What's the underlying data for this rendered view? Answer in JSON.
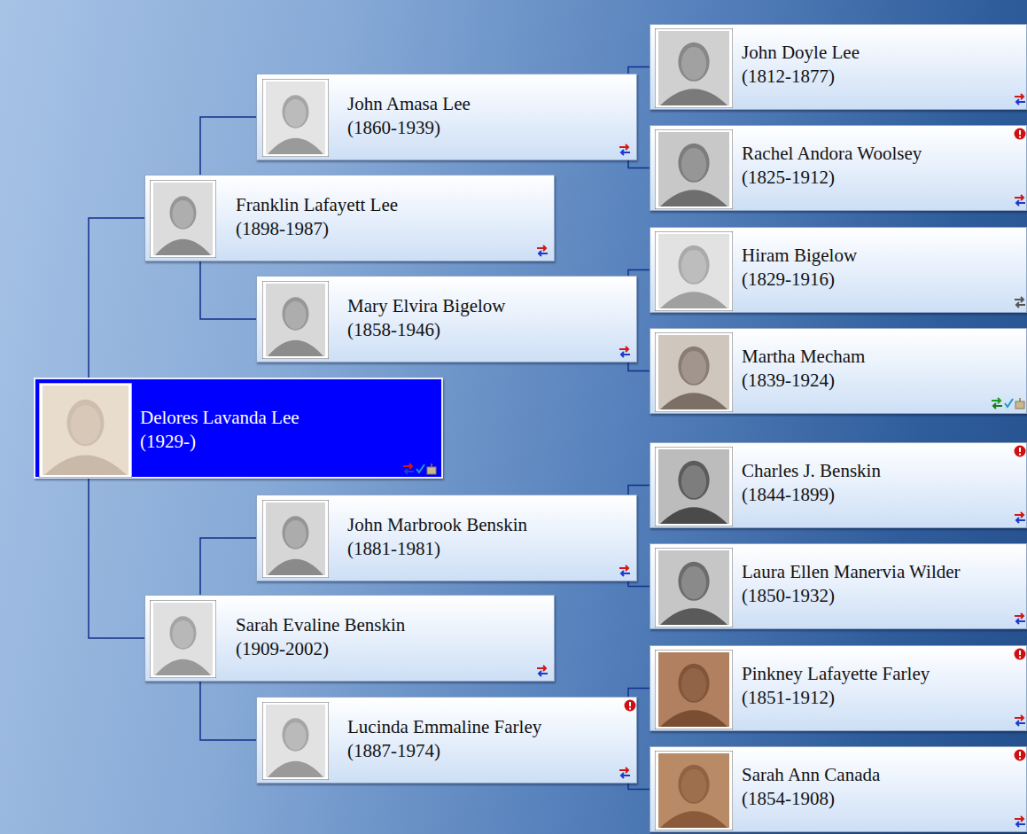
{
  "diagram": {
    "nodes": [
      {
        "text": [
          "Delores Lavanda Lee",
          "(1929-)"
        ]
      },
      {
        "text": [
          "Franklin Lafayett Lee",
          "(1898-1987)"
        ]
      },
      {
        "text": [
          "John Amasa Lee",
          "(1860-1939)"
        ]
      },
      {
        "text": [
          "John Doyle Lee",
          "(1812-1877)"
        ]
      },
      {
        "text": [
          "Rachel Andora Woolsey",
          "(1825-1912)"
        ]
      },
      {
        "text": [
          "Mary Elvira Bigelow",
          "(1858-1946)"
        ]
      },
      {
        "text": [
          "Hiram Bigelow",
          "(1829-1916)"
        ]
      },
      {
        "text": [
          "Martha Mecham",
          "(1839-1924)"
        ]
      },
      {
        "text": [
          "Sarah Evaline Benskin",
          "(1909-2002)"
        ]
      },
      {
        "text": [
          "John Marbrook Benskin",
          "(1881-1981)"
        ]
      },
      {
        "text": [
          "Charles J. Benskin",
          "(1844-1899)"
        ]
      },
      {
        "text": [
          "Laura Ellen Manervia Wilder",
          "(1850-1932)"
        ]
      },
      {
        "text": [
          "Lucinda Emmaline Farley",
          "(1887-1974)"
        ]
      },
      {
        "text": [
          "Pinkney Lafayette Farley",
          "(1851-1912)"
        ]
      },
      {
        "text": [
          "Sarah Ann Canada",
          "(1854-1908)"
        ]
      }
    ],
    "edges": [
      {
        "from": 0,
        "to": 1,
        "arrow": "none"
      },
      {
        "from": 0,
        "to": 8,
        "arrow": "none"
      },
      {
        "from": 1,
        "to": 2,
        "arrow": "none"
      },
      {
        "from": 1,
        "to": 5,
        "arrow": "none"
      },
      {
        "from": 2,
        "to": 3,
        "arrow": "none"
      },
      {
        "from": 2,
        "to": 4,
        "arrow": "none"
      },
      {
        "from": 5,
        "to": 6,
        "arrow": "none"
      },
      {
        "from": 5,
        "to": 7,
        "arrow": "none"
      },
      {
        "from": 8,
        "to": 9,
        "arrow": "none"
      },
      {
        "from": 8,
        "to": 12,
        "arrow": "none"
      },
      {
        "from": 9,
        "to": 10,
        "arrow": "none"
      },
      {
        "from": 9,
        "to": 11,
        "arrow": "none"
      },
      {
        "from": 12,
        "to": 13,
        "arrow": "none"
      },
      {
        "from": 12,
        "to": 14,
        "arrow": "none"
      }
    ]
  }
}
